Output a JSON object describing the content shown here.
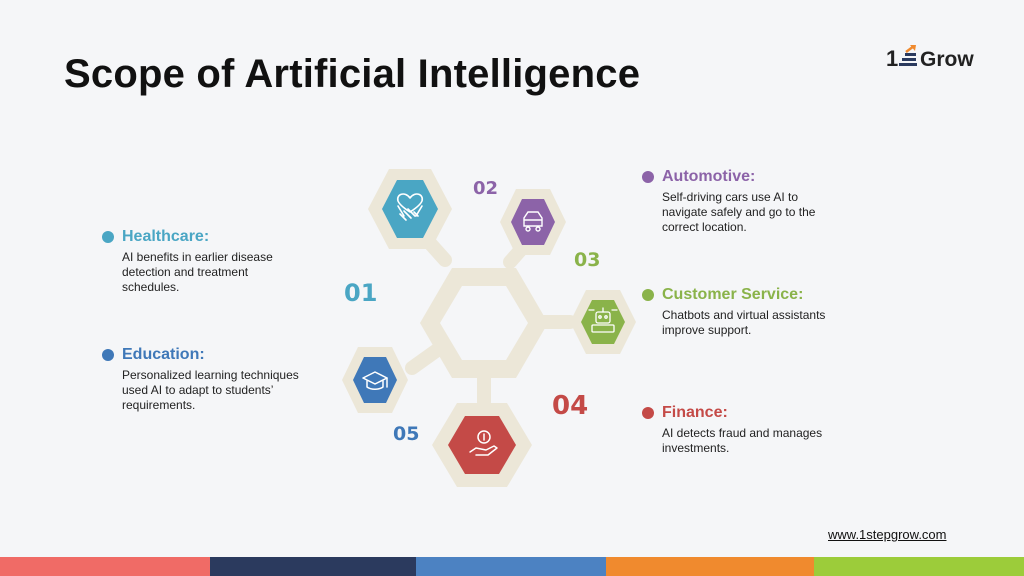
{
  "title": "Scope of Artificial Intelligence",
  "logo": {
    "number": "1",
    "text": "Grow"
  },
  "items": {
    "healthcare": {
      "name": "Healthcare:",
      "desc": "AI benefits in earlier disease detection and treatment schedules.",
      "color": "#4aa6c4"
    },
    "education": {
      "name": "Education:",
      "desc": "Personalized learning techniques used AI to adapt to students’ requirements.",
      "color": "#3f78b8"
    },
    "automotive": {
      "name": "Automotive:",
      "desc": "Self-driving cars use AI to navigate safely and go to the correct location.",
      "color": "#8c63a8"
    },
    "customer_service": {
      "name": "Customer Service:",
      "desc": "Chatbots and virtual assistants improve support.",
      "color": "#8ab34a"
    },
    "finance": {
      "name": "Finance:",
      "desc": "AI detects fraud and manages investments.",
      "color": "#c44a47"
    }
  },
  "numbers": {
    "n01": "01",
    "n02": "02",
    "n03": "03",
    "n04": "04",
    "n05": "05"
  },
  "icons": {
    "healthcare": "handshake-heart-icon",
    "automotive": "car-icon",
    "customer_service": "chatbot-icon",
    "education": "graduation-cap-icon",
    "finance": "hand-coin-icon"
  },
  "website": "www.1stepgrow.com",
  "bottom_bar_colors": [
    "#f06b66",
    "#2b3a5e",
    "#4c82c2",
    "#f08a2e",
    "#9ccc3a"
  ]
}
